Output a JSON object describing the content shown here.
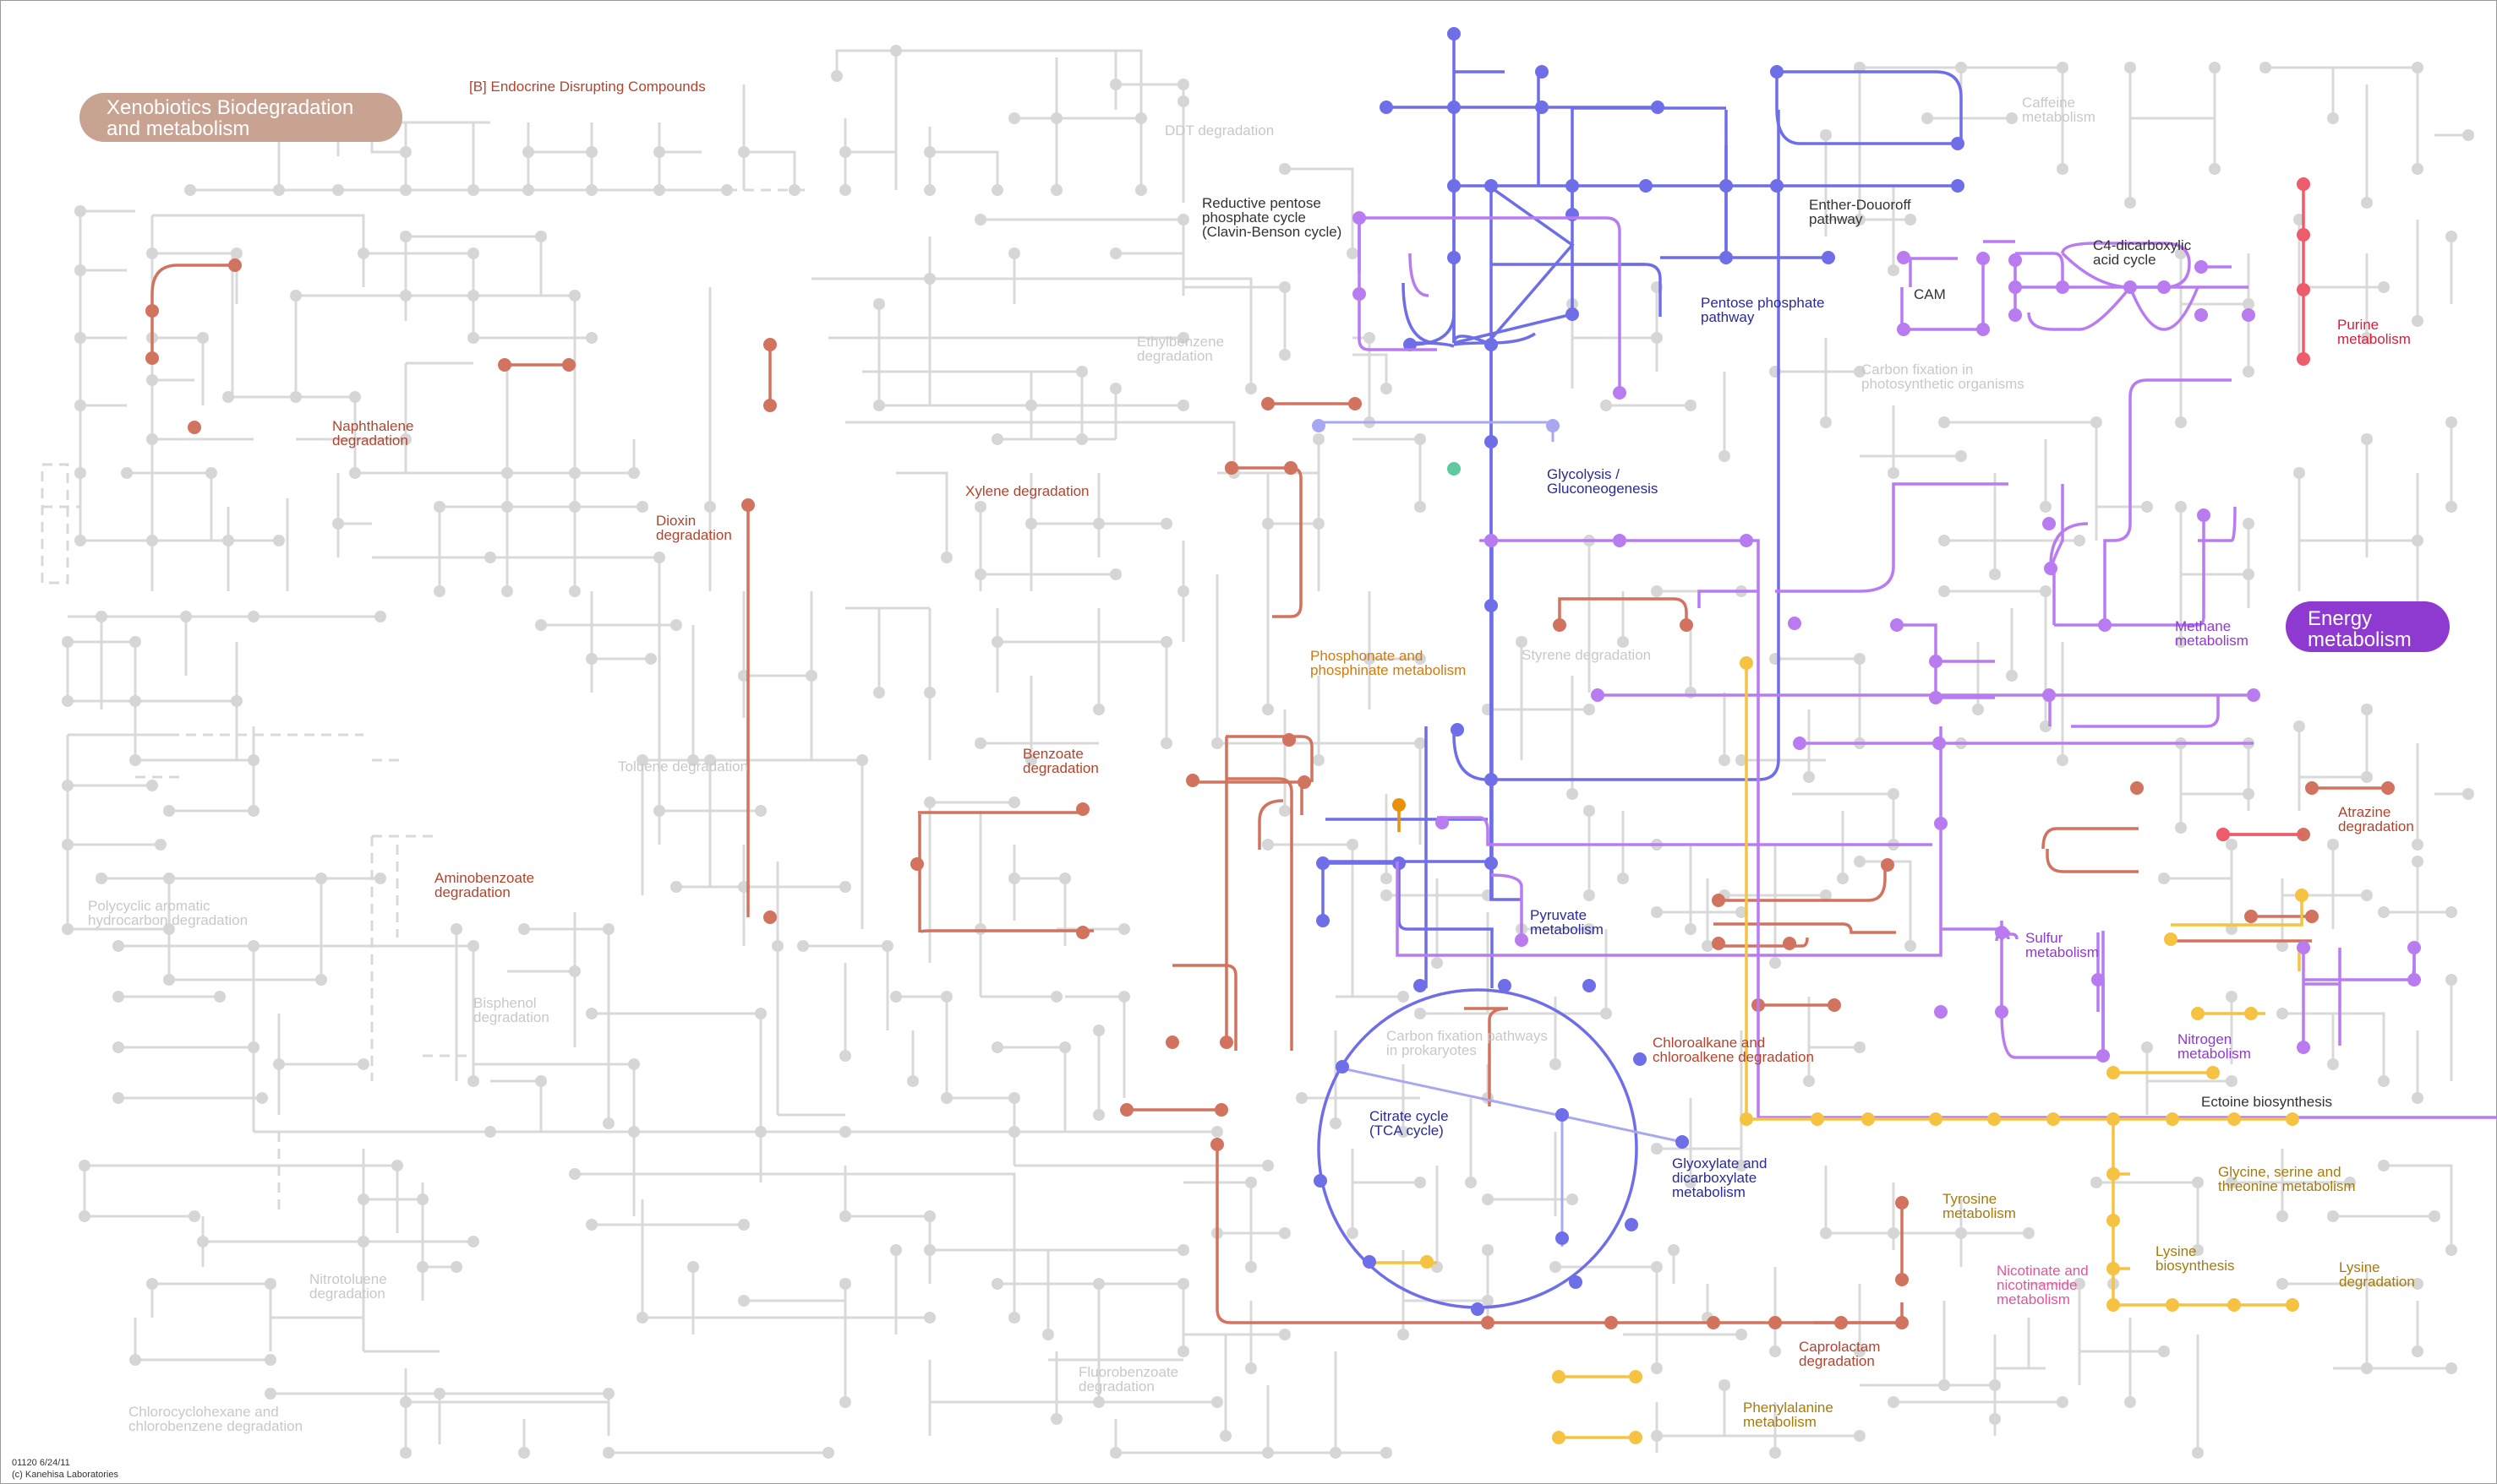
{
  "colors": {
    "background_edge": "#d9d9d9",
    "background_node": "#d6d6d6",
    "xenobiotics": "#d2735f",
    "carbohydrate": "#6e6ee8",
    "energy": "#b87cf0",
    "purine": "#ee5b6b",
    "amino_acid": "#f5c242",
    "orange": "#e8910b",
    "green": "#5fc9a0",
    "pill_xeno_bg": "#c9a392",
    "pill_energy_bg": "#8e3ad0"
  },
  "pills": {
    "xenobiotics": [
      "Xenobiotics Biodegradation",
      "and metabolism"
    ],
    "energy": [
      "Energy",
      "metabolism"
    ]
  },
  "labels": {
    "endocrine": "[B] Endocrine Disrupting Compounds",
    "ddt": "DDT degradation",
    "caffeine": [
      "Caffeine",
      "metabolism"
    ],
    "reductive_pp": [
      "Reductive pentose",
      "phosphate cycle",
      "(Clavin-Benson cycle)"
    ],
    "entner": [
      "Enther-Douoroff",
      "pathway"
    ],
    "c4": [
      "C4-dicarboxylic",
      "acid cycle"
    ],
    "cam": "CAM",
    "pentose": [
      "Pentose phosphate",
      "pathway"
    ],
    "purine": [
      "Purine",
      "metabolism"
    ],
    "naphthalene": [
      "Naphthalene",
      "degradation"
    ],
    "ethylbenzene": [
      "Ethylbenzene",
      "degradation"
    ],
    "carbon_fix_photo": [
      "Carbon fixation in",
      "photosynthetic organisms"
    ],
    "dioxin": [
      "Dioxin",
      "degradation"
    ],
    "xylene": "Xylene degradation",
    "glycolysis": [
      "Glycolysis /",
      "Gluconeogenesis"
    ],
    "methane": [
      "Methane",
      "metabolism"
    ],
    "phosphonate": [
      "Phosphonate and",
      "phosphinate metabolism"
    ],
    "styrene": "Styrene degradation",
    "toluene": "Toluene degradation",
    "benzoate": [
      "Benzoate",
      "degradation"
    ],
    "atrazine": [
      "Atrazine",
      "degradation"
    ],
    "aminobenzoate": [
      "Aminobenzoate",
      "degradation"
    ],
    "pah": [
      "Polycyclic aromatic",
      "hydrocarbon degradation"
    ],
    "pyruvate": [
      "Pyruvate",
      "metabolism"
    ],
    "sulfur": [
      "Sulfur",
      "metabolism"
    ],
    "bisphenol": [
      "Bisphenol",
      "degradation"
    ],
    "carbon_fix_prok": [
      "Carbon fixation pathways",
      "in prokaryotes"
    ],
    "chloroalkane": [
      "Chloroalkane and",
      "chloroalkene degradation"
    ],
    "nitrogen": [
      "Nitrogen",
      "metabolism"
    ],
    "ectoine": "Ectoine biosynthesis",
    "citrate": [
      "Citrate cycle",
      "(TCA cycle)"
    ],
    "glyoxylate": [
      "Glyoxylate and",
      "dicarboxylate",
      "metabolism"
    ],
    "tyrosine": [
      "Tyrosine",
      "metabolism"
    ],
    "glycine": [
      "Glycine, serine and",
      "threonine metabolism"
    ],
    "nitrotoluene": [
      "Nitrotoluene",
      "degradation"
    ],
    "nicotinate": [
      "Nicotinate and",
      "nicotinamide",
      "metabolism"
    ],
    "lysine_bio": [
      "Lysine",
      "biosynthesis"
    ],
    "lysine_deg": [
      "Lysine",
      "degradation"
    ],
    "caprolactam": [
      "Caprolactam",
      "degradation"
    ],
    "chlorocyclohexane": [
      "Chlorocyclohexane and",
      "chlorobenzene degradation"
    ],
    "fluorobenzoate": [
      "Fluorobenzoate",
      "degradation"
    ],
    "phenylalanine": [
      "Phenylalanine",
      "metabolism"
    ]
  },
  "footer": [
    "01120 6/24/11",
    "(c) Kanehisa Laboratories"
  ]
}
